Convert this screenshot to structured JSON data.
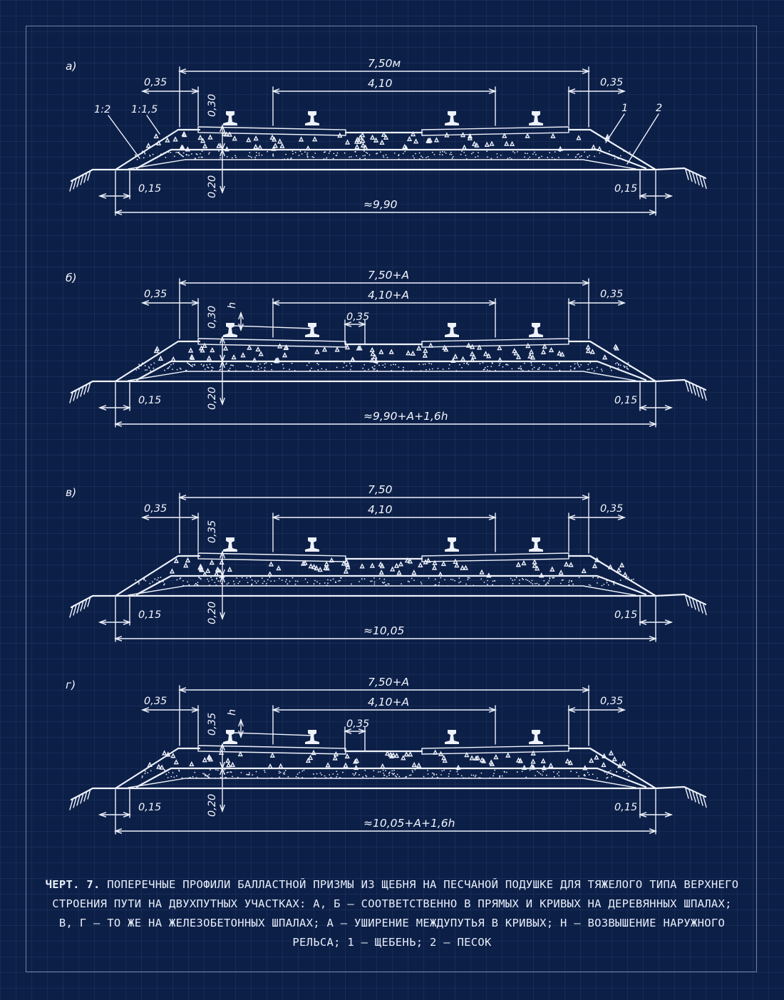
{
  "panels": [
    {
      "letter": "а)",
      "top_width": "7,50м",
      "inner_width": "4,10",
      "shoulder_left": "0,35",
      "shoulder_right": "0,35",
      "ballast_depth": "0,30",
      "sand_depth": "0,20",
      "offset_left": "0,15",
      "offset_right": "0,15",
      "base_width": "≈9,90",
      "slope_left_outer": "1:2",
      "slope_left_inner": "1:1,5",
      "marker_1": "1",
      "marker_2": "2"
    },
    {
      "letter": "б)",
      "top_width": "7,50+А",
      "inner_width": "4,10+А",
      "shoulder_left": "0,35",
      "shoulder_right": "0,35",
      "ballast_depth": "0,30",
      "sand_depth": "0,20",
      "offset_left": "0,15",
      "offset_right": "0,15",
      "base_width": "≈9,90+А+1,6h",
      "step": "0,35",
      "h": "h"
    },
    {
      "letter": "в)",
      "top_width": "7,50",
      "inner_width": "4,10",
      "shoulder_left": "0,35",
      "shoulder_right": "0,35",
      "ballast_depth": "0,35",
      "sand_depth": "0,20",
      "offset_left": "0,15",
      "offset_right": "0,15",
      "base_width": "≈10,05"
    },
    {
      "letter": "г)",
      "top_width": "7,50+А",
      "inner_width": "4,10+А",
      "shoulder_left": "0,35",
      "shoulder_right": "0,35",
      "ballast_depth": "0,35",
      "sand_depth": "0,20",
      "offset_left": "0,15",
      "offset_right": "0,15",
      "base_width": "≈10,05+А+1,6h",
      "step": "0,35",
      "h": "h"
    }
  ],
  "caption": {
    "label": "ЧЕРТ. 7.",
    "text": "ПОПЕРЕЧНЫЕ ПРОФИЛИ БАЛЛАСТНОЙ ПРИЗМЫ ИЗ ЩЕБНЯ НА ПЕСЧАНОЙ ПОДУШКЕ ДЛЯ ТЯЖЕЛОГО ТИПА ВЕРХНЕГО СТРОЕНИЯ ПУТИ НА ДВУХПУТНЫХ УЧАСТКАХ: А, Б — СООТВЕТСТВЕННО В ПРЯМЫХ И КРИВЫХ НА ДЕРЕВЯННЫХ ШПАЛАХ; В, Г — ТО ЖЕ НА ЖЕЛЕЗОБЕТОННЫХ ШПАЛАХ; А — УШИРЕНИЕ МЕЖДУПУТЬЯ В КРИВЫХ; Н — ВОЗВЫШЕНИЕ НАРУЖНОГО РЕЛЬСА; 1 — ЩЕБЕНЬ; 2 — ПЕСОК"
  },
  "colors": {
    "background": "#0c1f47",
    "ink": "#eef2fb"
  }
}
